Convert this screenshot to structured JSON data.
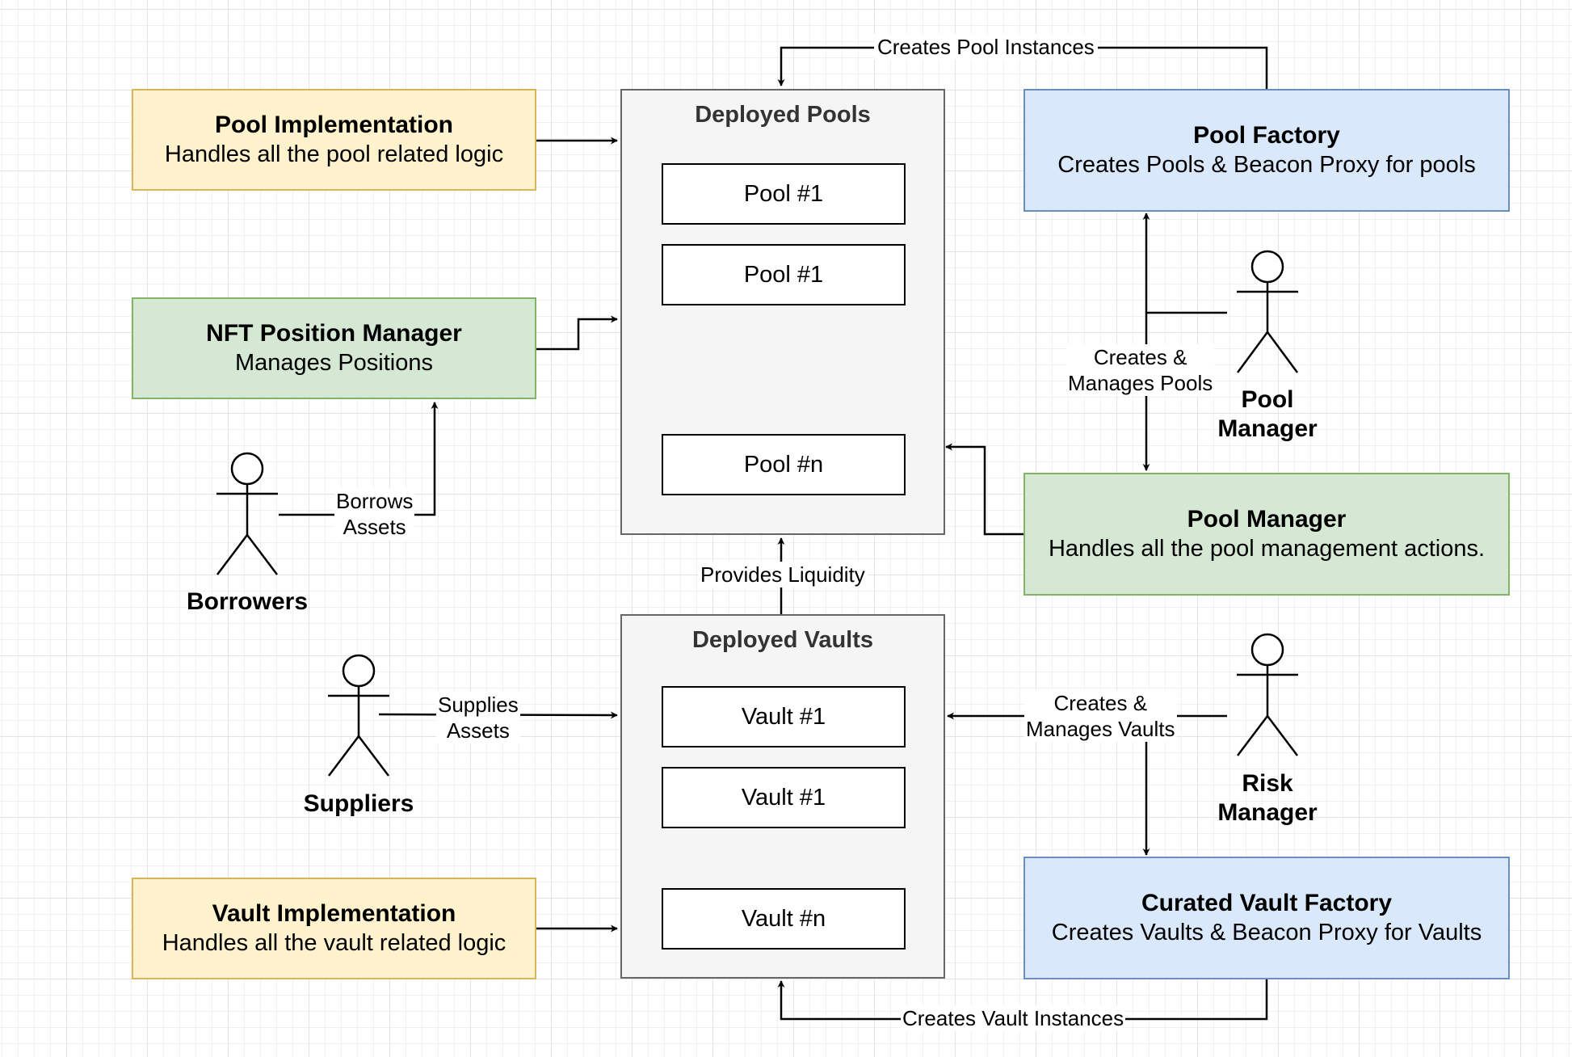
{
  "pool_implementation": {
    "title": "Pool Implementation",
    "desc": "Handles all the pool related logic",
    "color": "#fff2cc"
  },
  "nft_position_manager": {
    "title": "NFT Position Manager",
    "desc": "Manages Positions",
    "color": "#d5e8d4"
  },
  "vault_implementation": {
    "title": "Vault Implementation",
    "desc": "Handles all the vault related logic",
    "color": "#fff2cc"
  },
  "pool_factory": {
    "title": "Pool Factory",
    "desc": "Creates Pools & Beacon Proxy for pools",
    "color": "#dae8fc"
  },
  "pool_manager_box": {
    "title": "Pool Manager",
    "desc": "Handles all the pool management actions.",
    "color": "#d5e8d4"
  },
  "curated_vault_factory": {
    "title": "Curated Vault Factory",
    "desc": "Creates Vaults & Beacon Proxy for Vaults",
    "color": "#dae8fc"
  },
  "deployed_pools": {
    "title": "Deployed Pools",
    "items": [
      "Pool #1",
      "Pool #1",
      "Pool #n"
    ]
  },
  "deployed_vaults": {
    "title": "Deployed Vaults",
    "items": [
      "Vault #1",
      "Vault #1",
      "Vault #n"
    ]
  },
  "actors": {
    "borrowers": "Borrowers",
    "suppliers": "Suppliers",
    "pool_manager_line1": "Pool",
    "pool_manager_line2": "Manager",
    "risk_manager_line1": "Risk",
    "risk_manager_line2": "Manager"
  },
  "edge_labels": {
    "creates_pool_instances": "Creates Pool Instances",
    "creates_vault_instances": "Creates Vault Instances",
    "provides_liquidity": "Provides Liquidity",
    "borrows_assets_line1": "Borrows",
    "borrows_assets_line2": "Assets",
    "supplies_assets_line1": "Supplies",
    "supplies_assets_line2": "Assets",
    "creates_manages_pools_line1": "Creates &",
    "creates_manages_pools_line2": "Manages Pools",
    "creates_manages_vaults_line1": "Creates &",
    "creates_manages_vaults_line2": "Manages Vaults"
  }
}
